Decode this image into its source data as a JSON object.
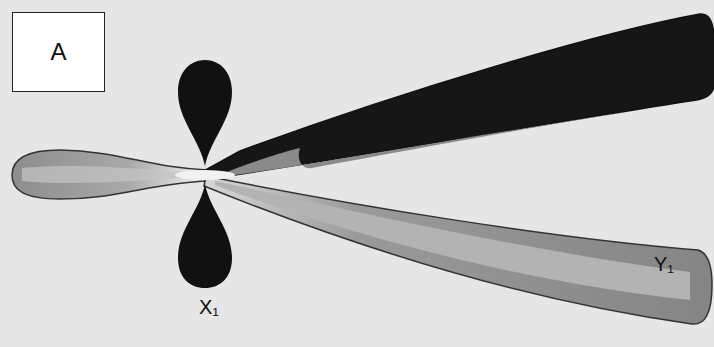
{
  "diagram": {
    "nodes": [
      {
        "text": [
          "A"
        ]
      }
    ],
    "labels": [
      "X₁",
      "Y₁"
    ]
  }
}
